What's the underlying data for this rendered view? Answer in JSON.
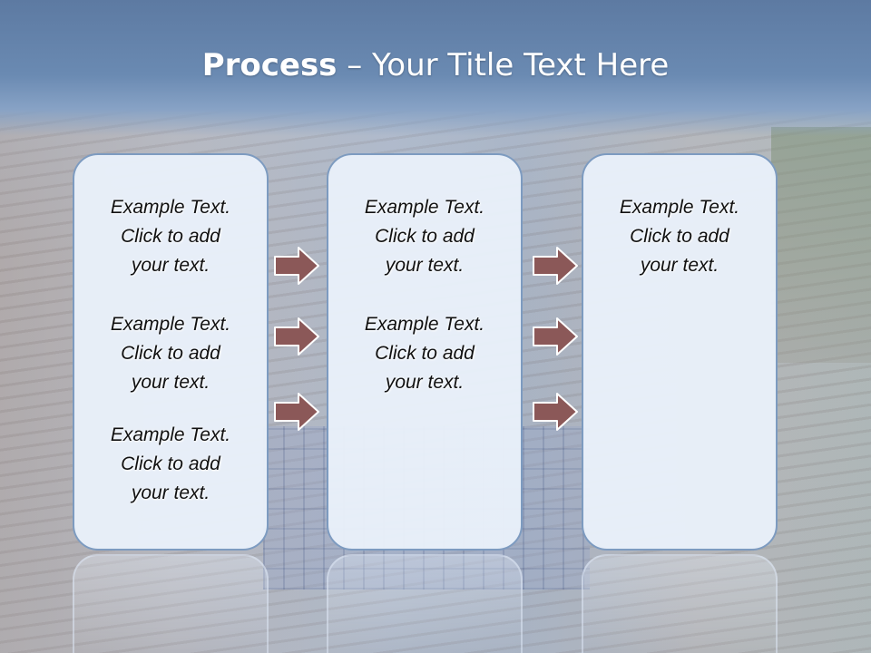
{
  "slide": {
    "title_bold": "Process",
    "title_rest": "– Your Title Text Here"
  },
  "columns": [
    {
      "items": [
        {
          "lines": [
            "Example Text.",
            "Click  to add",
            "your text."
          ]
        },
        {
          "lines": [
            "Example Text.",
            "Click  to add",
            "your text."
          ]
        },
        {
          "lines": [
            "Example Text.",
            "Click  to add",
            "your text."
          ]
        }
      ]
    },
    {
      "items": [
        {
          "lines": [
            "Example Text.",
            "Click  to add",
            "your text."
          ]
        },
        {
          "lines": [
            "Example Text.",
            "Click  to add",
            "your text."
          ]
        }
      ]
    },
    {
      "items": [
        {
          "lines": [
            "Example Text.",
            "Click  to add",
            "your text."
          ]
        }
      ]
    }
  ],
  "colors": {
    "title_band": "#6a8ab2",
    "card_fill": "#e9f0fa",
    "card_border": "#7d9bc0",
    "arrow_fill": "#8b5858",
    "arrow_stroke": "#ffffff"
  },
  "icons": {
    "arrow": "right-arrow-icon"
  }
}
